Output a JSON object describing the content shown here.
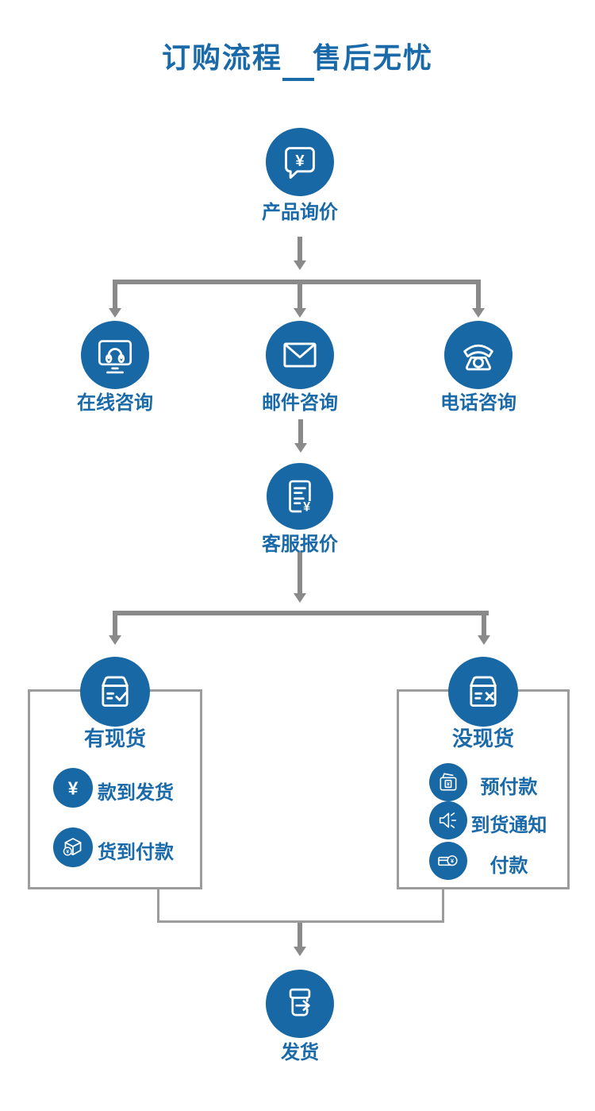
{
  "page": {
    "title": "订购流程　售后无忧"
  },
  "colors": {
    "accent_blue": "#1768A4",
    "text_blue": "#1A6AA9",
    "arrow_gray": "#8A8A8A",
    "border_gray": "#9C9C9C",
    "background": "#ffffff"
  },
  "flow": {
    "step1": {
      "label": "产品询价",
      "icon": "chat-bubble-yen-icon"
    },
    "branches": [
      {
        "label": "在线咨询",
        "icon": "monitor-headset-icon"
      },
      {
        "label": "邮件咨询",
        "icon": "envelope-icon"
      },
      {
        "label": "电话咨询",
        "icon": "telephone-icon"
      }
    ],
    "step3": {
      "label": "客服报价",
      "icon": "invoice-yen-icon"
    },
    "in_stock": {
      "label": "有现货",
      "icon": "box-check-icon",
      "items": [
        {
          "label": "款到发货",
          "icon": "yen-icon"
        },
        {
          "label": "货到付款",
          "icon": "package-yen-icon"
        }
      ]
    },
    "out_of_stock": {
      "label": "没现货",
      "icon": "box-cross-icon",
      "items": [
        {
          "label": "预付款",
          "icon": "wallet-yen-icon"
        },
        {
          "label": "到货通知",
          "icon": "speaker-icon"
        },
        {
          "label": "付款",
          "icon": "card-coin-yen-icon"
        }
      ]
    },
    "final": {
      "label": "发货",
      "icon": "box-arrow-out-icon"
    }
  }
}
